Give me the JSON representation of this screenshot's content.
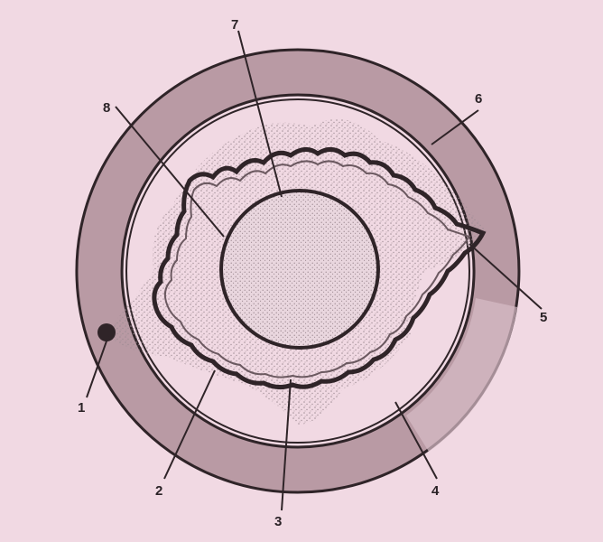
{
  "colors": {
    "background": "#f1d9e3",
    "outer_band": "#b99aa4",
    "ink": "#2f2428",
    "stipple": "#9c8a92",
    "core_fill": "#e6d2da"
  },
  "callouts": [
    {
      "id": "1",
      "label": "1"
    },
    {
      "id": "2",
      "label": "2"
    },
    {
      "id": "3",
      "label": "3"
    },
    {
      "id": "4",
      "label": "4"
    },
    {
      "id": "5",
      "label": "5"
    },
    {
      "id": "6",
      "label": "6"
    },
    {
      "id": "7",
      "label": "7"
    },
    {
      "id": "8",
      "label": "8"
    }
  ]
}
